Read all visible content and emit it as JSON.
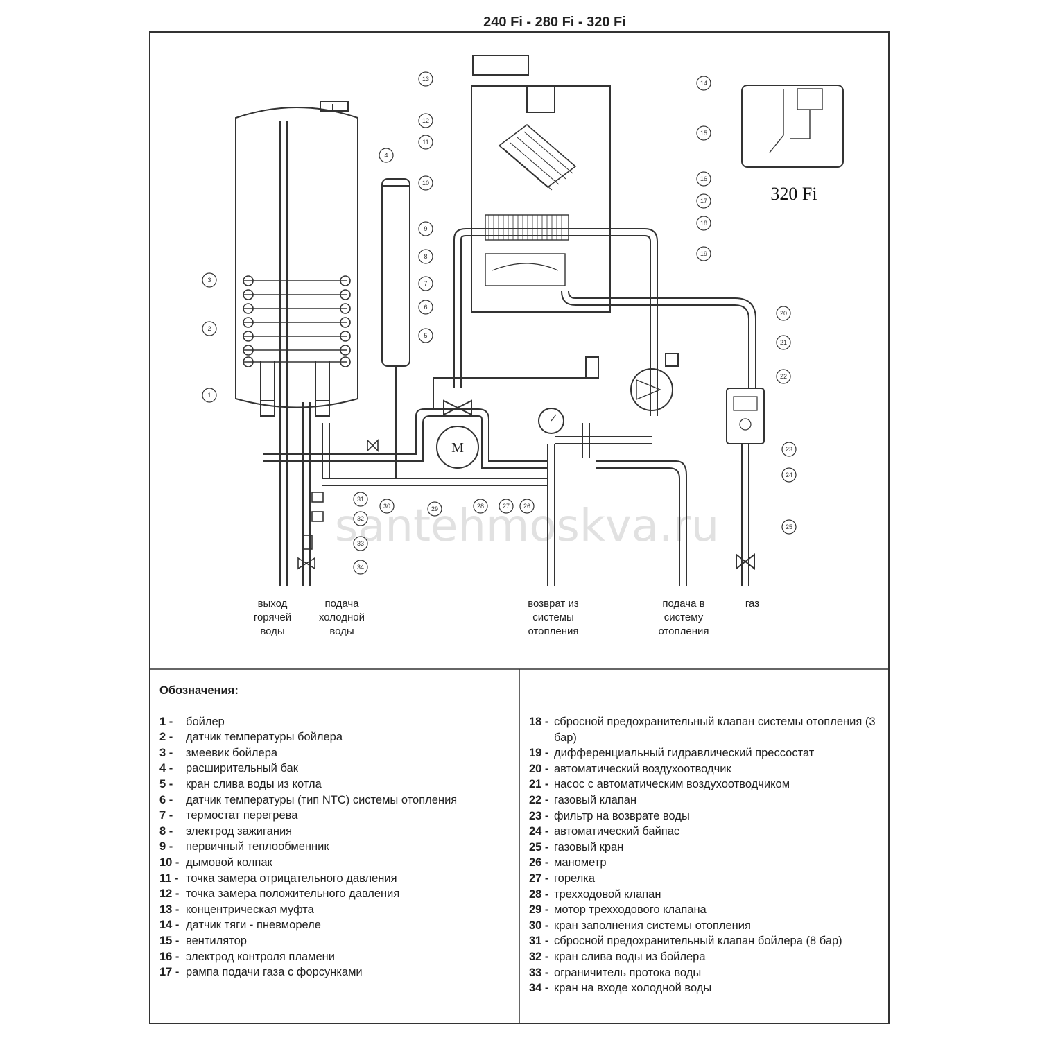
{
  "header": {
    "title": "240 Fi - 280 Fi - 320 Fi"
  },
  "inset": {
    "model_label": "320 Fi"
  },
  "motor_label": "M",
  "watermark": "santehmoskva.ru",
  "outlets": {
    "hot_water": [
      "выход",
      "горячей",
      "воды"
    ],
    "cold_water": [
      "подача",
      "холодной",
      "воды"
    ],
    "heating_return": [
      "возврат из",
      "системы",
      "отопления"
    ],
    "heating_supply": [
      "подача в",
      "систему",
      "отопления"
    ],
    "gas": [
      "газ"
    ]
  },
  "callouts": [
    "1",
    "2",
    "3",
    "4",
    "5",
    "6",
    "7",
    "8",
    "9",
    "10",
    "11",
    "12",
    "13",
    "14",
    "15",
    "16",
    "17",
    "18",
    "19",
    "20",
    "21",
    "22",
    "23",
    "24",
    "25",
    "26",
    "27",
    "28",
    "29",
    "30",
    "31",
    "32",
    "33",
    "34"
  ],
  "legend": {
    "heading": "Обозначения:",
    "left": [
      {
        "num": "1 -",
        "text": "бойлер"
      },
      {
        "num": "2 -",
        "text": "датчик температуры бойлера"
      },
      {
        "num": "3 -",
        "text": "змеевик бойлера"
      },
      {
        "num": "4 -",
        "text": "расширительный бак"
      },
      {
        "num": "5 -",
        "text": "кран слива воды из котла"
      },
      {
        "num": "6 -",
        "text": "датчик температуры (тип NTC) системы отопления"
      },
      {
        "num": "7 -",
        "text": "термостат перегрева"
      },
      {
        "num": "8 -",
        "text": "электрод зажигания"
      },
      {
        "num": "9 -",
        "text": "первичный теплообменник"
      },
      {
        "num": "10 -",
        "text": "дымовой колпак"
      },
      {
        "num": "11 -",
        "text": "точка замера отрицательного давления"
      },
      {
        "num": "12 -",
        "text": "точка замера положительного давления"
      },
      {
        "num": "13 -",
        "text": "концентрическая муфта"
      },
      {
        "num": "14 -",
        "text": "датчик тяги - пневмореле"
      },
      {
        "num": "15 -",
        "text": "вентилятор"
      },
      {
        "num": "16 -",
        "text": "электрод контроля пламени"
      },
      {
        "num": "17 -",
        "text": "рампа подачи газа с форсунками"
      }
    ],
    "right": [
      {
        "num": "18 -",
        "text": "сбросной предохранительный клапан системы отопления (3 бар)"
      },
      {
        "num": "19 -",
        "text": "дифференциальный гидравлический прессостат"
      },
      {
        "num": "20 -",
        "text": "автоматический воздухоотводчик"
      },
      {
        "num": "21 -",
        "text": "насос с автоматическим воздухоотводчиком"
      },
      {
        "num": "22 -",
        "text": "газовый клапан"
      },
      {
        "num": "23 -",
        "text": "фильтр на возврате воды"
      },
      {
        "num": "24 -",
        "text": "автоматический байпас"
      },
      {
        "num": "25 -",
        "text": "газовый кран"
      },
      {
        "num": "26 -",
        "text": "манометр"
      },
      {
        "num": "27 -",
        "text": "горелка"
      },
      {
        "num": "28 -",
        "text": "трехходовой клапан"
      },
      {
        "num": "29 -",
        "text": "мотор трехходового клапана"
      },
      {
        "num": "30 -",
        "text": "кран заполнения системы отопления"
      },
      {
        "num": "31 -",
        "text": "сбросной предохранительный клапан бойлера (8 бар)"
      },
      {
        "num": "32 -",
        "text": "кран слива воды из бойлера"
      },
      {
        "num": "33 -",
        "text": "ограничитель протока воды"
      },
      {
        "num": "34 -",
        "text": "кран на входе холодной воды"
      }
    ]
  }
}
